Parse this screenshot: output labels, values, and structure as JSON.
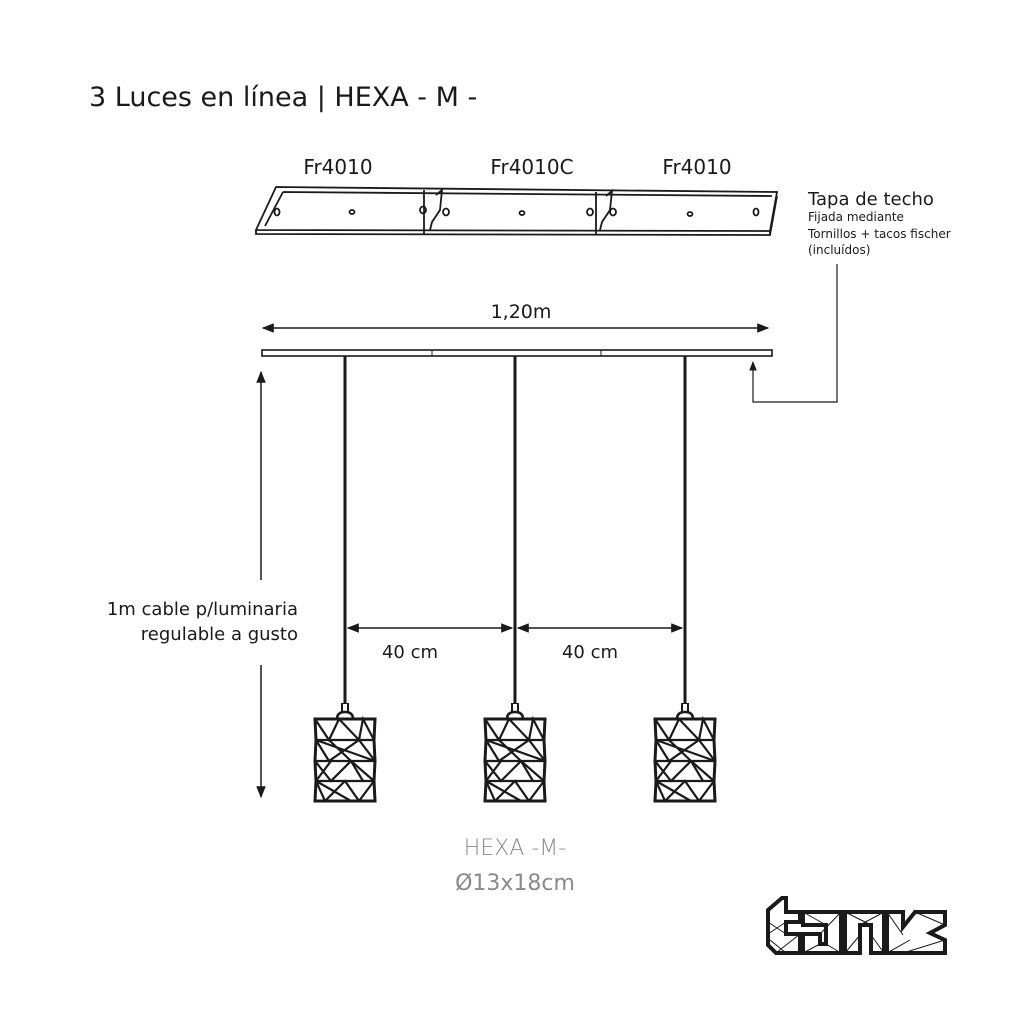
{
  "title": "3 Luces en línea | HEXA - M -",
  "plate_labels": [
    "Fr4010",
    "Fr4010C",
    "Fr4010"
  ],
  "ceiling_cap": {
    "title": "Tapa de techo",
    "lines": [
      "Fijada mediante",
      "Tornillos + tacos fischer",
      "(incluídos)"
    ]
  },
  "dimensions": {
    "total_width": "1,20m",
    "spacing_1": "40 cm",
    "spacing_2": "40 cm",
    "cable_line1": "1m cable p/luminaria",
    "cable_line2": "regulable a gusto"
  },
  "product": {
    "name": "HEXA -M-",
    "size": "Ø13x18cm"
  },
  "logo_text": "tank",
  "colors": {
    "line": "#1a1a1a",
    "product_text": "#8a8a8a"
  }
}
